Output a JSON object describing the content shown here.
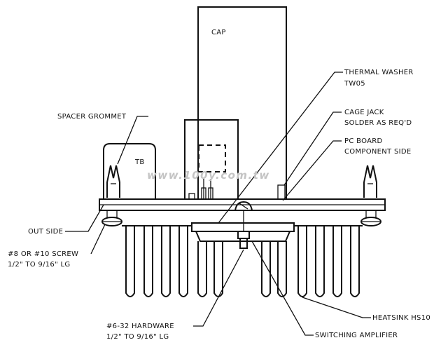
{
  "labels": {
    "cap": "CAP",
    "tb": "TB",
    "thermal_washer_1": "THERMAL WASHER",
    "thermal_washer_2": "TW05",
    "cage_jack_1": "CAGE JACK",
    "cage_jack_2": "SOLDER AS REQ'D",
    "pc_board_1": "PC BOARD",
    "pc_board_2": "COMPONENT SIDE",
    "spacer_grommet": "SPACER GROMMET",
    "out_side": "OUT SIDE",
    "screw_1": "#8 OR #10 SCREW",
    "screw_2": "1/2\" TO 9/16\" LG",
    "hardware_1": "#6-32 HARDWARE",
    "hardware_2": "1/2\" TO 9/16\" LG",
    "heatsink": "HEATSINK HS10",
    "switching_amplifier": "SWITCHING AMPLIFIER"
  },
  "watermark": "www.100y.com.tw"
}
